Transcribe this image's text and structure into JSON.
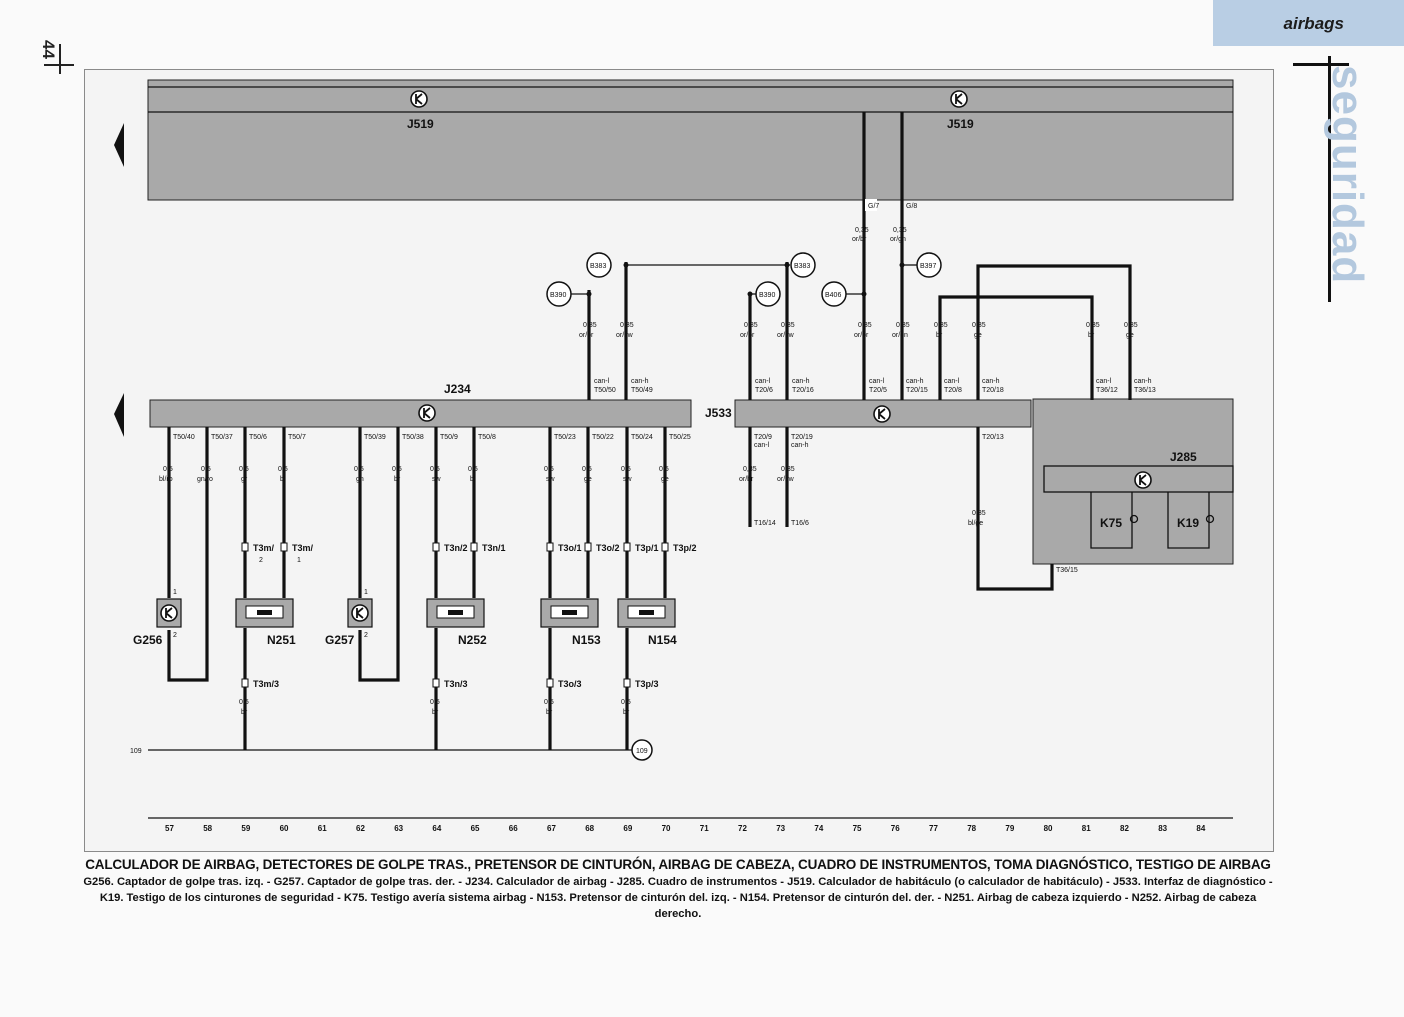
{
  "header": {
    "section_tab": "airbags",
    "section_word": "seguridad",
    "page_number": "44"
  },
  "components": {
    "j519": "J519",
    "j234": "J234",
    "j533": "J533",
    "j285": "J285",
    "g256": "G256",
    "g257": "G257",
    "n251": "N251",
    "n252": "N252",
    "n153": "N153",
    "n154": "N154",
    "k75": "K75",
    "k19": "K19"
  },
  "connectors": {
    "t50_40": "T50/40",
    "t50_37": "T50/37",
    "t50_6": "T50/6",
    "t50_7": "T50/7",
    "t50_39": "T50/39",
    "t50_38": "T50/38",
    "t50_9": "T50/9",
    "t50_8": "T50/8",
    "t50_23": "T50/23",
    "t50_22": "T50/22",
    "t50_24": "T50/24",
    "t50_25": "T50/25",
    "t50_50": "T50/50",
    "t50_49": "T50/49",
    "t20_6": "T20/6",
    "t20_16": "T20/16",
    "t20_5": "T20/5",
    "t20_15": "T20/15",
    "t20_8": "T20/8",
    "t20_18": "T20/18",
    "t20_9": "T20/9",
    "t20_19": "T20/19",
    "t20_13": "T20/13",
    "t36_12": "T36/12",
    "t36_13": "T36/13",
    "t36_15": "T36/15",
    "t16_14": "T16/14",
    "t16_6": "T16/6",
    "g7": "G/7",
    "g8": "G/8",
    "t3m_2": "T3m/",
    "t3m_1": "T3m/",
    "t3m_3": "T3m/3",
    "t3n_2": "T3n/2",
    "t3n_1": "T3n/1",
    "t3n_3": "T3n/3",
    "t3o_1": "T3o/1",
    "t3o_2": "T3o/2",
    "t3o_3": "T3o/3",
    "t3p_1": "T3p/1",
    "t3p_2": "T3p/2",
    "t3p_3": "T3p/3",
    "pin1": "1",
    "pin2": "2"
  },
  "wires": {
    "w035": "0,35",
    "w05": "0,5",
    "or_br": "or/br",
    "or_sw": "or/sw",
    "or_gn": "or/gn",
    "br": "br",
    "ge": "ge",
    "bl_ro": "bl/ro",
    "gn_ro": "gn/ro",
    "gr": "gr",
    "bl": "bl",
    "gn": "gn",
    "sw": "sw",
    "bl_ge": "bl/ge",
    "can_l": "can-l",
    "can_h": "can-h"
  },
  "nodes": {
    "b383": "B383",
    "b390": "B390",
    "b406": "B406",
    "b397": "B397",
    "n109": "109",
    "ground_109": "109"
  },
  "bus_ground_label": "109",
  "grid_numbers": [
    "57",
    "58",
    "59",
    "60",
    "61",
    "62",
    "63",
    "64",
    "65",
    "66",
    "67",
    "68",
    "69",
    "70",
    "71",
    "72",
    "73",
    "74",
    "75",
    "76",
    "77",
    "78",
    "79",
    "80",
    "81",
    "82",
    "83",
    "84"
  ],
  "caption": {
    "title": "CALCULADOR DE AIRBAG, DETECTORES DE GOLPE TRAS., PRETENSOR DE CINTURÓN, AIRBAG DE CABEZA, CUADRO DE INSTRUMENTOS, TOMA DIAGNÓSTICO, TESTIGO DE AIRBAG",
    "legend": "G256. Captador de golpe tras. izq. - G257. Captador de golpe tras. der. - J234. Calculador de airbag - J285. Cuadro de instrumentos - J519. Calculador de habitáculo (o calculador de habitáculo) - J533. Interfaz de diagnóstico - K19. Testigo de los cinturones de seguridad - K75. Testigo avería sistema airbag - N153. Pretensor de cinturón del. izq. - N154. Pretensor de cinturón del. der. - N251. Airbag de cabeza izquierdo - N252. Airbag de cabeza derecho."
  }
}
